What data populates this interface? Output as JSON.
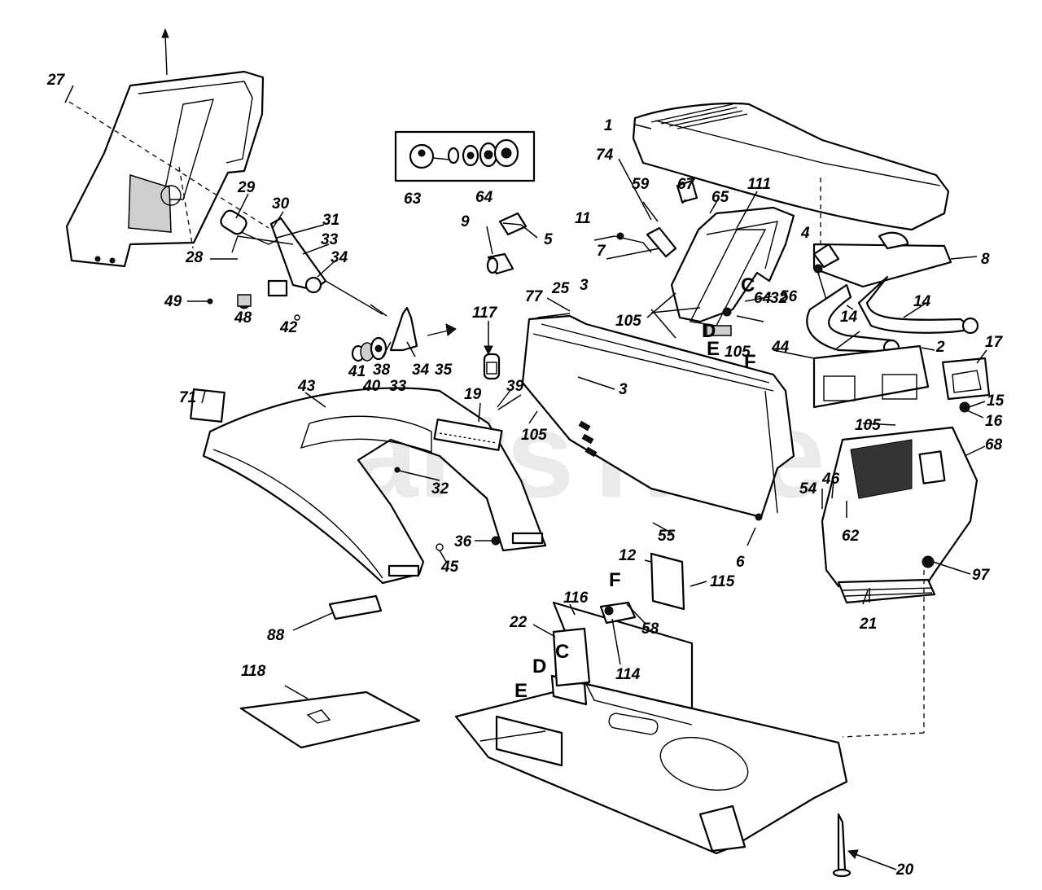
{
  "watermark": {
    "text": "PartsTree",
    "trademark": "TM"
  },
  "callouts": {
    "c1": "1",
    "c2": "2",
    "c3a": "3",
    "c3b": "3",
    "c4": "4",
    "c5": "5",
    "c6": "6",
    "c7": "7",
    "c8": "8",
    "c9": "9",
    "c11": "11",
    "c12": "12",
    "c14a": "14",
    "c14b": "14",
    "c15": "15",
    "c16": "16",
    "c17": "17",
    "c19": "19",
    "c20": "20",
    "c21": "21",
    "c22": "22",
    "c25": "25",
    "c27": "27",
    "c28": "28",
    "c29": "29",
    "c30": "30",
    "c31": "31",
    "c32a": "32",
    "c32b": "32",
    "c33a": "33",
    "c33b": "33",
    "c34a": "34",
    "c34b": "34",
    "c35": "35",
    "c36": "36",
    "c38": "38",
    "c39": "39",
    "c40": "40",
    "c41": "41",
    "c42": "42",
    "c43": "43",
    "c44": "44",
    "c45": "45",
    "c46": "46",
    "c48": "48",
    "c49": "49",
    "c54": "54",
    "c55": "55",
    "c56": "56",
    "c58": "58",
    "c59": "59",
    "c62": "62",
    "c63": "63",
    "c64a": "64",
    "c64b": "64",
    "c65": "65",
    "c67": "67",
    "c68": "68",
    "c71": "71",
    "c74": "74",
    "c77": "77",
    "c88": "88",
    "c97": "97",
    "c105a": "105",
    "c105b": "105",
    "c105c": "105",
    "c105d": "105",
    "c111": "111",
    "c114": "114",
    "c115": "115",
    "c116": "116",
    "c117": "117",
    "c118": "118"
  },
  "letters": {
    "C_top": "C",
    "D_top": "D",
    "E_top": "E",
    "F_top": "F",
    "C_bottom": "C",
    "D_bottom": "D",
    "E_bottom": "E",
    "F_bottom": "F"
  }
}
